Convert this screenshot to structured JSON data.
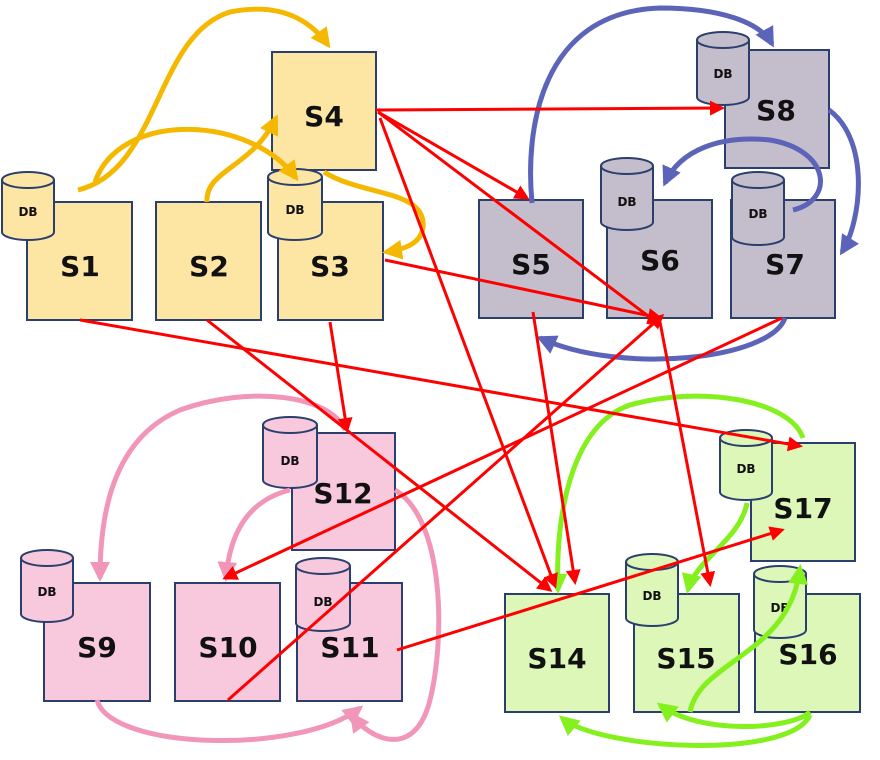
{
  "diagram": {
    "db_label": "DB",
    "services": {
      "s1": "S1",
      "s2": "S2",
      "s3": "S3",
      "s4": "S4",
      "s5": "S5",
      "s6": "S6",
      "s7": "S7",
      "s8": "S8",
      "s9": "S9",
      "s10": "S10",
      "s11": "S11",
      "s12": "S12",
      "s14": "S14",
      "s15": "S15",
      "s16": "S16",
      "s17": "S17"
    },
    "colors": {
      "yellow_fill": "#fde5a4",
      "yellow_arrow": "#f5b800",
      "grey_fill": "#c3bdcc",
      "blue_arrow": "#5b64b8",
      "pink_fill": "#f8c8dc",
      "pink_arrow": "#f296b9",
      "green_fill": "#dcf7b8",
      "green_arrow": "#84f01e",
      "red_arrow": "#ff0000",
      "outline": "#2b3f6e"
    }
  }
}
